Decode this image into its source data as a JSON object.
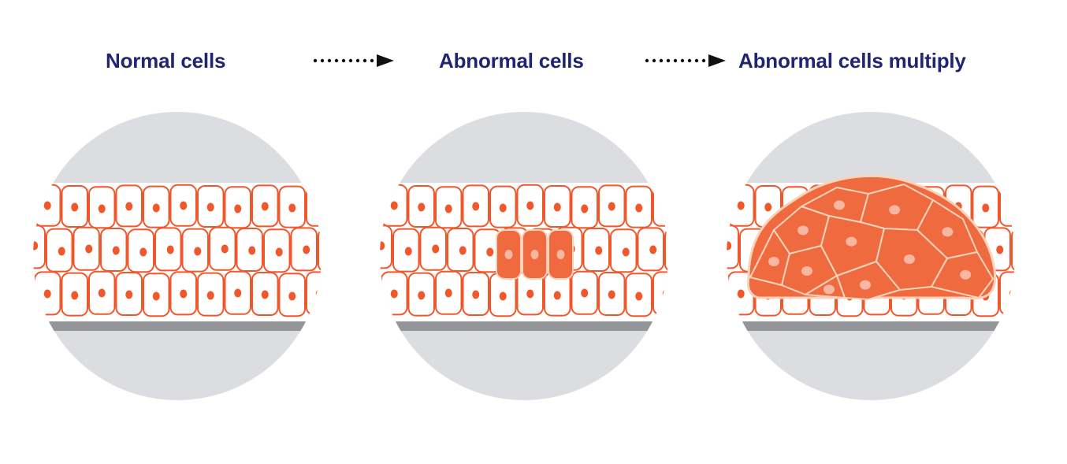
{
  "stages": [
    {
      "label": "Normal cells"
    },
    {
      "label": "Abnormal cells"
    },
    {
      "label": "Abnormal cells multiply"
    }
  ],
  "colors": {
    "title": "#1f2570",
    "arrow": "#111111",
    "circle_background": "#dcdde0",
    "cell_fill": "#ffffff",
    "cell_outline": "#f0582c",
    "nucleus": "#f0582c",
    "abnormal_cell_fill": "#ef6a3e",
    "abnormal_cell_outline": "#fbd3bb",
    "abnormal_nucleus": "#f9b7a1",
    "basement_membrane": "#939598"
  },
  "icons": [
    "dotted-arrow-icon",
    "dotted-arrow-icon"
  ]
}
